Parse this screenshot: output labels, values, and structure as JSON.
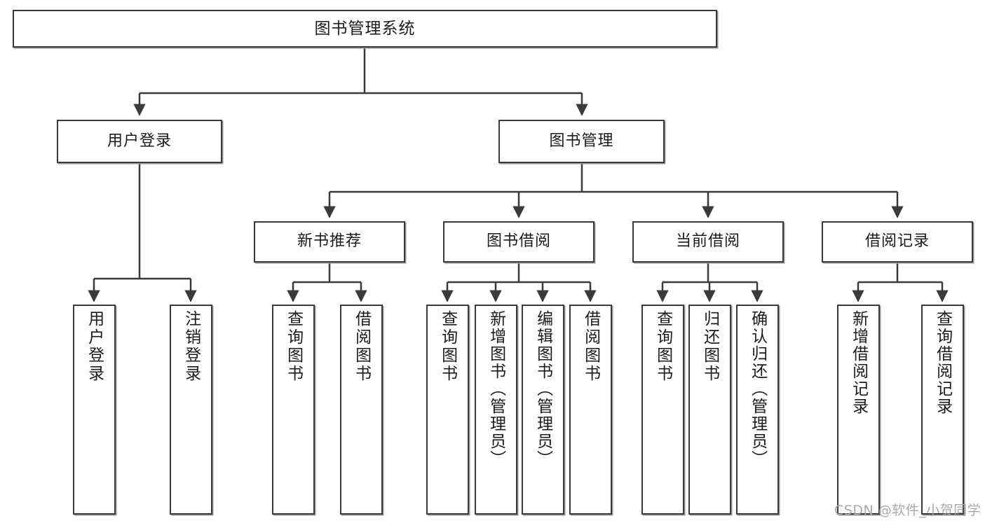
{
  "diagram": {
    "type": "tree",
    "title": "图书管理系统",
    "background": "#ffffff",
    "stroke": "#3a3a3a",
    "text_color": "#1b1b1b",
    "watermark": "CSDN @软件_小贺同学",
    "nodes": {
      "root": {
        "label": "图书管理系统"
      },
      "l2": [
        {
          "id": "user-login",
          "label": "用户登录"
        },
        {
          "id": "book-manage",
          "label": "图书管理"
        }
      ],
      "l3": [
        {
          "id": "new-book-recommend",
          "label": "新书推荐"
        },
        {
          "id": "book-borrow",
          "label": "图书借阅"
        },
        {
          "id": "current-borrow",
          "label": "当前借阅"
        },
        {
          "id": "borrow-record",
          "label": "借阅记录"
        }
      ],
      "leaves": [
        {
          "id": "leaf-user-login",
          "label": "用户登录",
          "parent": "用户登录"
        },
        {
          "id": "leaf-logout",
          "label": "注销登录",
          "parent": "用户登录"
        },
        {
          "id": "leaf-query-book-1",
          "label": "查询图书",
          "parent": "新书推荐"
        },
        {
          "id": "leaf-borrow-book-1",
          "label": "借阅图书",
          "parent": "新书推荐"
        },
        {
          "id": "leaf-query-book-2",
          "label": "查询图书",
          "parent": "图书借阅"
        },
        {
          "id": "leaf-add-book",
          "label": "新增图书（管理员）",
          "parent": "图书借阅"
        },
        {
          "id": "leaf-edit-book",
          "label": "编辑图书（管理员）",
          "parent": "图书借阅"
        },
        {
          "id": "leaf-borrow-book-2",
          "label": "借阅图书",
          "parent": "图书借阅"
        },
        {
          "id": "leaf-query-book-3",
          "label": "查询图书",
          "parent": "当前借阅"
        },
        {
          "id": "leaf-return-book",
          "label": "归还图书",
          "parent": "当前借阅"
        },
        {
          "id": "leaf-confirm-return",
          "label": "确认归还（管理员）",
          "parent": "当前借阅"
        },
        {
          "id": "leaf-add-record",
          "label": "新增借阅记录",
          "parent": "借阅记录"
        },
        {
          "id": "leaf-query-record",
          "label": "查询借阅记录",
          "parent": "借阅记录"
        }
      ]
    }
  }
}
